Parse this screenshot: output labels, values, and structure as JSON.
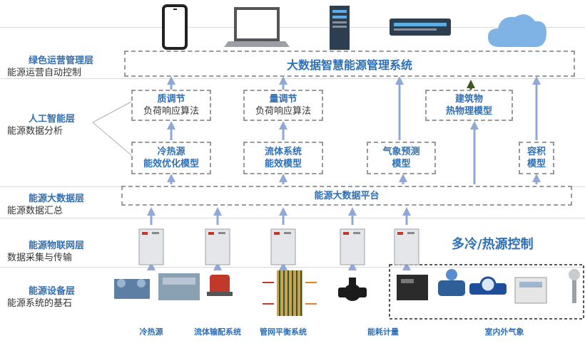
{
  "layers": [
    {
      "title": "绿色运营管理层",
      "subtitle": "能源运营自动控制"
    },
    {
      "title": "人工智能层",
      "subtitle": "能源数据分析"
    },
    {
      "title": "能源大数据层",
      "subtitle": "能源数据汇总"
    },
    {
      "title": "能源物联网层",
      "subtitle": "数据采集与传输"
    },
    {
      "title": "能源设备层",
      "subtitle": "能源系统的基石"
    }
  ],
  "system": {
    "title": "大数据智慧能源管理系统"
  },
  "ai_upper": [
    {
      "title": "质调节",
      "subtitle": "负荷响应算法"
    },
    {
      "title": "量调节",
      "subtitle": "负荷响应算法"
    },
    {
      "title": "建筑物",
      "subtitle": "热物理模型"
    }
  ],
  "ai_lower": [
    {
      "line1": "冷热源",
      "line2": "能效优化模型"
    },
    {
      "line1": "流体系统",
      "line2": "能效模型"
    },
    {
      "line1": "气象预测",
      "line2": "模型"
    },
    {
      "line1": "容积",
      "line2": "模型"
    }
  ],
  "platform": {
    "title": "能源大数据平台"
  },
  "control_label": "多冷/热源控制",
  "bottom_labels": [
    "冷热源",
    "流体输配系统",
    "管网平衡系统",
    "能耗计量",
    "室内外气象"
  ],
  "devices_top": [
    "phone-icon",
    "laptop-icon",
    "server-icon",
    "network-switch-icon",
    "cloud-icon"
  ],
  "colors": {
    "accent": "#2e6fb5",
    "arrow": "#8fa8d8",
    "dashed": "#9a9a9a",
    "green_arrow": "#3d5a1e"
  }
}
